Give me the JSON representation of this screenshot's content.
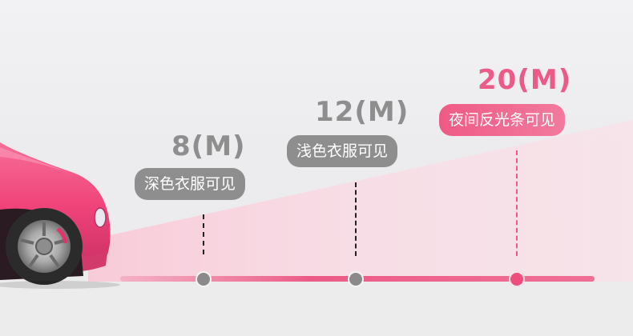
{
  "markers": [
    {
      "distance": "8(M)",
      "label": "深色衣服可见"
    },
    {
      "distance": "12(M)",
      "label": "浅色衣服可见"
    },
    {
      "distance": "20(M)",
      "label": "夜间反光条可见"
    }
  ],
  "colors": {
    "accent": "#ec5b87",
    "gray": "#8e8e8e",
    "car_body": "#f0497c",
    "background": "#efefef"
  }
}
